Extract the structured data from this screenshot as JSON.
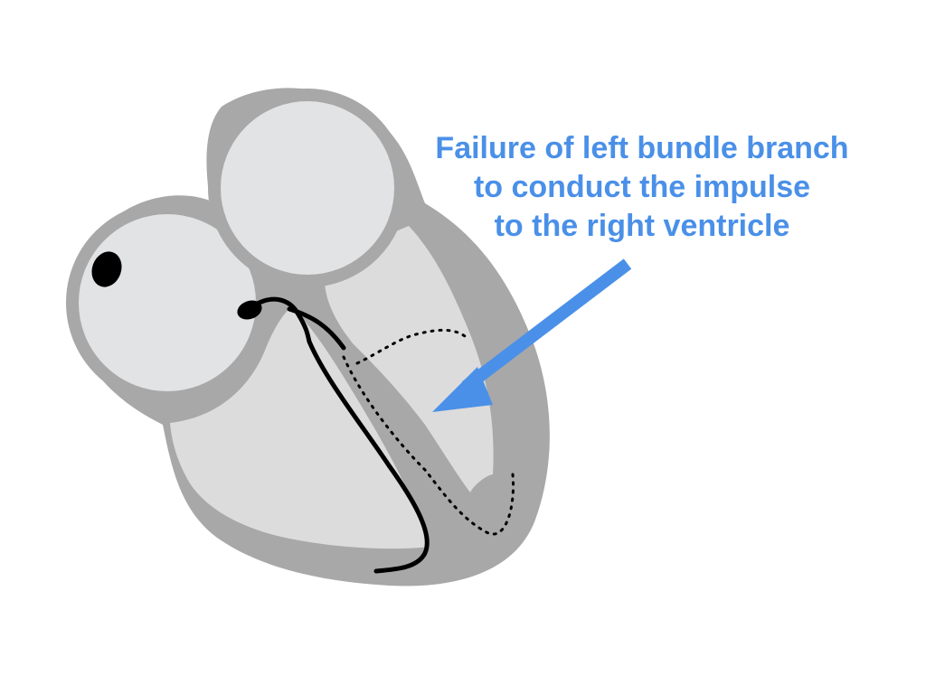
{
  "annotation": {
    "lines": [
      "Failure of left bundle branch",
      "to conduct the impulse",
      "to the right ventricle"
    ]
  },
  "colors": {
    "wall": "#a8a8a8",
    "chamber": "#dcdcdc",
    "chamber_light": "#e2e3e4",
    "conduction": "#000000",
    "annotation": "#4a90e8",
    "background": "#ffffff"
  },
  "icons": {
    "sa_node": "sa-node-icon",
    "av_node": "av-node-icon",
    "arrow": "pointer-arrow-icon"
  }
}
